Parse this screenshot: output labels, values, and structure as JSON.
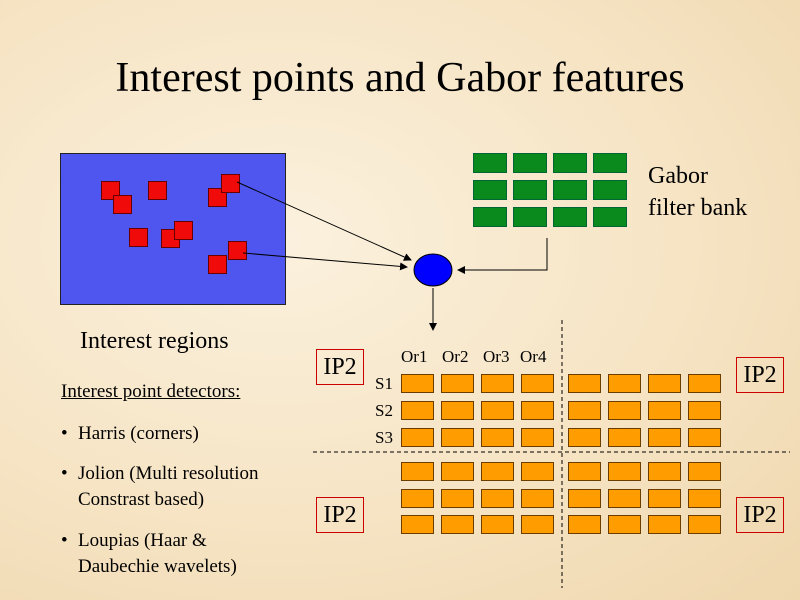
{
  "title": "Interest points and Gabor features",
  "gabor_label": [
    "Gabor",
    "filter bank"
  ],
  "interest_regions": "Interest regions",
  "detectors": {
    "heading": "Interest point detectors:",
    "bullet_char": "•",
    "items": [
      [
        "Harris (corners)"
      ],
      [
        "Jolion (Multi resolution",
        "Constrast based)"
      ],
      [
        "Loupias (Haar &",
        "Daubechie wavelets)"
      ]
    ]
  },
  "ip_labels": [
    "IP2",
    "IP2",
    "IP2",
    "IP2"
  ],
  "orientation_labels": [
    "Or1",
    "Or2",
    "Or3",
    "Or4"
  ],
  "scale_labels": [
    "S1",
    "S2",
    "S3"
  ],
  "colors": {
    "image_box": "#4f56f0",
    "interest_point": "#f00a0a",
    "gabor_filter": "#0a8a1c",
    "feature_cell": "#ff9c00",
    "feature_point": "#0000ff",
    "ip_border": "#cc0000"
  }
}
